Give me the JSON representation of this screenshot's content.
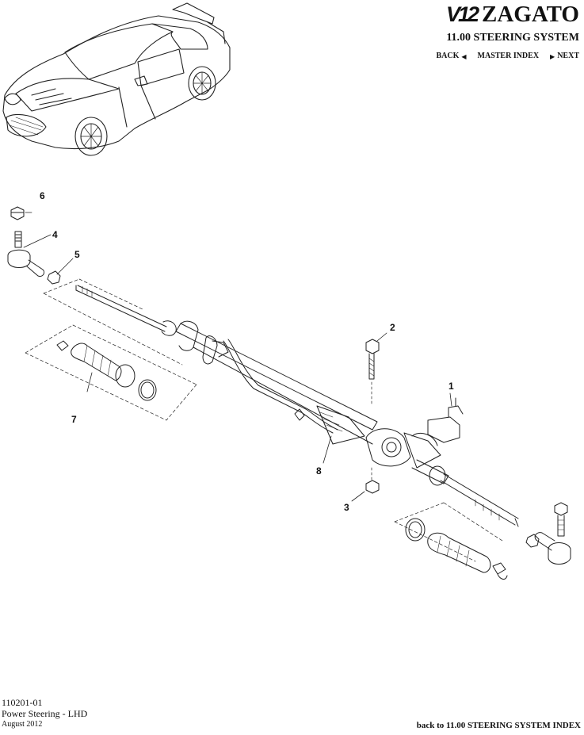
{
  "header": {
    "brand_badge": "V12",
    "brand_name": "ZAGATO",
    "section_title": "11.00 STEERING SYSTEM"
  },
  "nav": {
    "back_label": "BACK",
    "master_index_label": "MASTER INDEX",
    "next_label": "NEXT",
    "back_icon": "triangle-left-icon",
    "next_icon": "triangle-right-icon"
  },
  "diagram": {
    "callouts": [
      "1",
      "2",
      "3",
      "4",
      "5",
      "6",
      "7",
      "8"
    ]
  },
  "footer": {
    "part_code": "110201-01",
    "part_name": "Power Steering - LHD",
    "date": "August 2012",
    "back_to_index": "back to 11.00 STEERING SYSTEM INDEX"
  }
}
